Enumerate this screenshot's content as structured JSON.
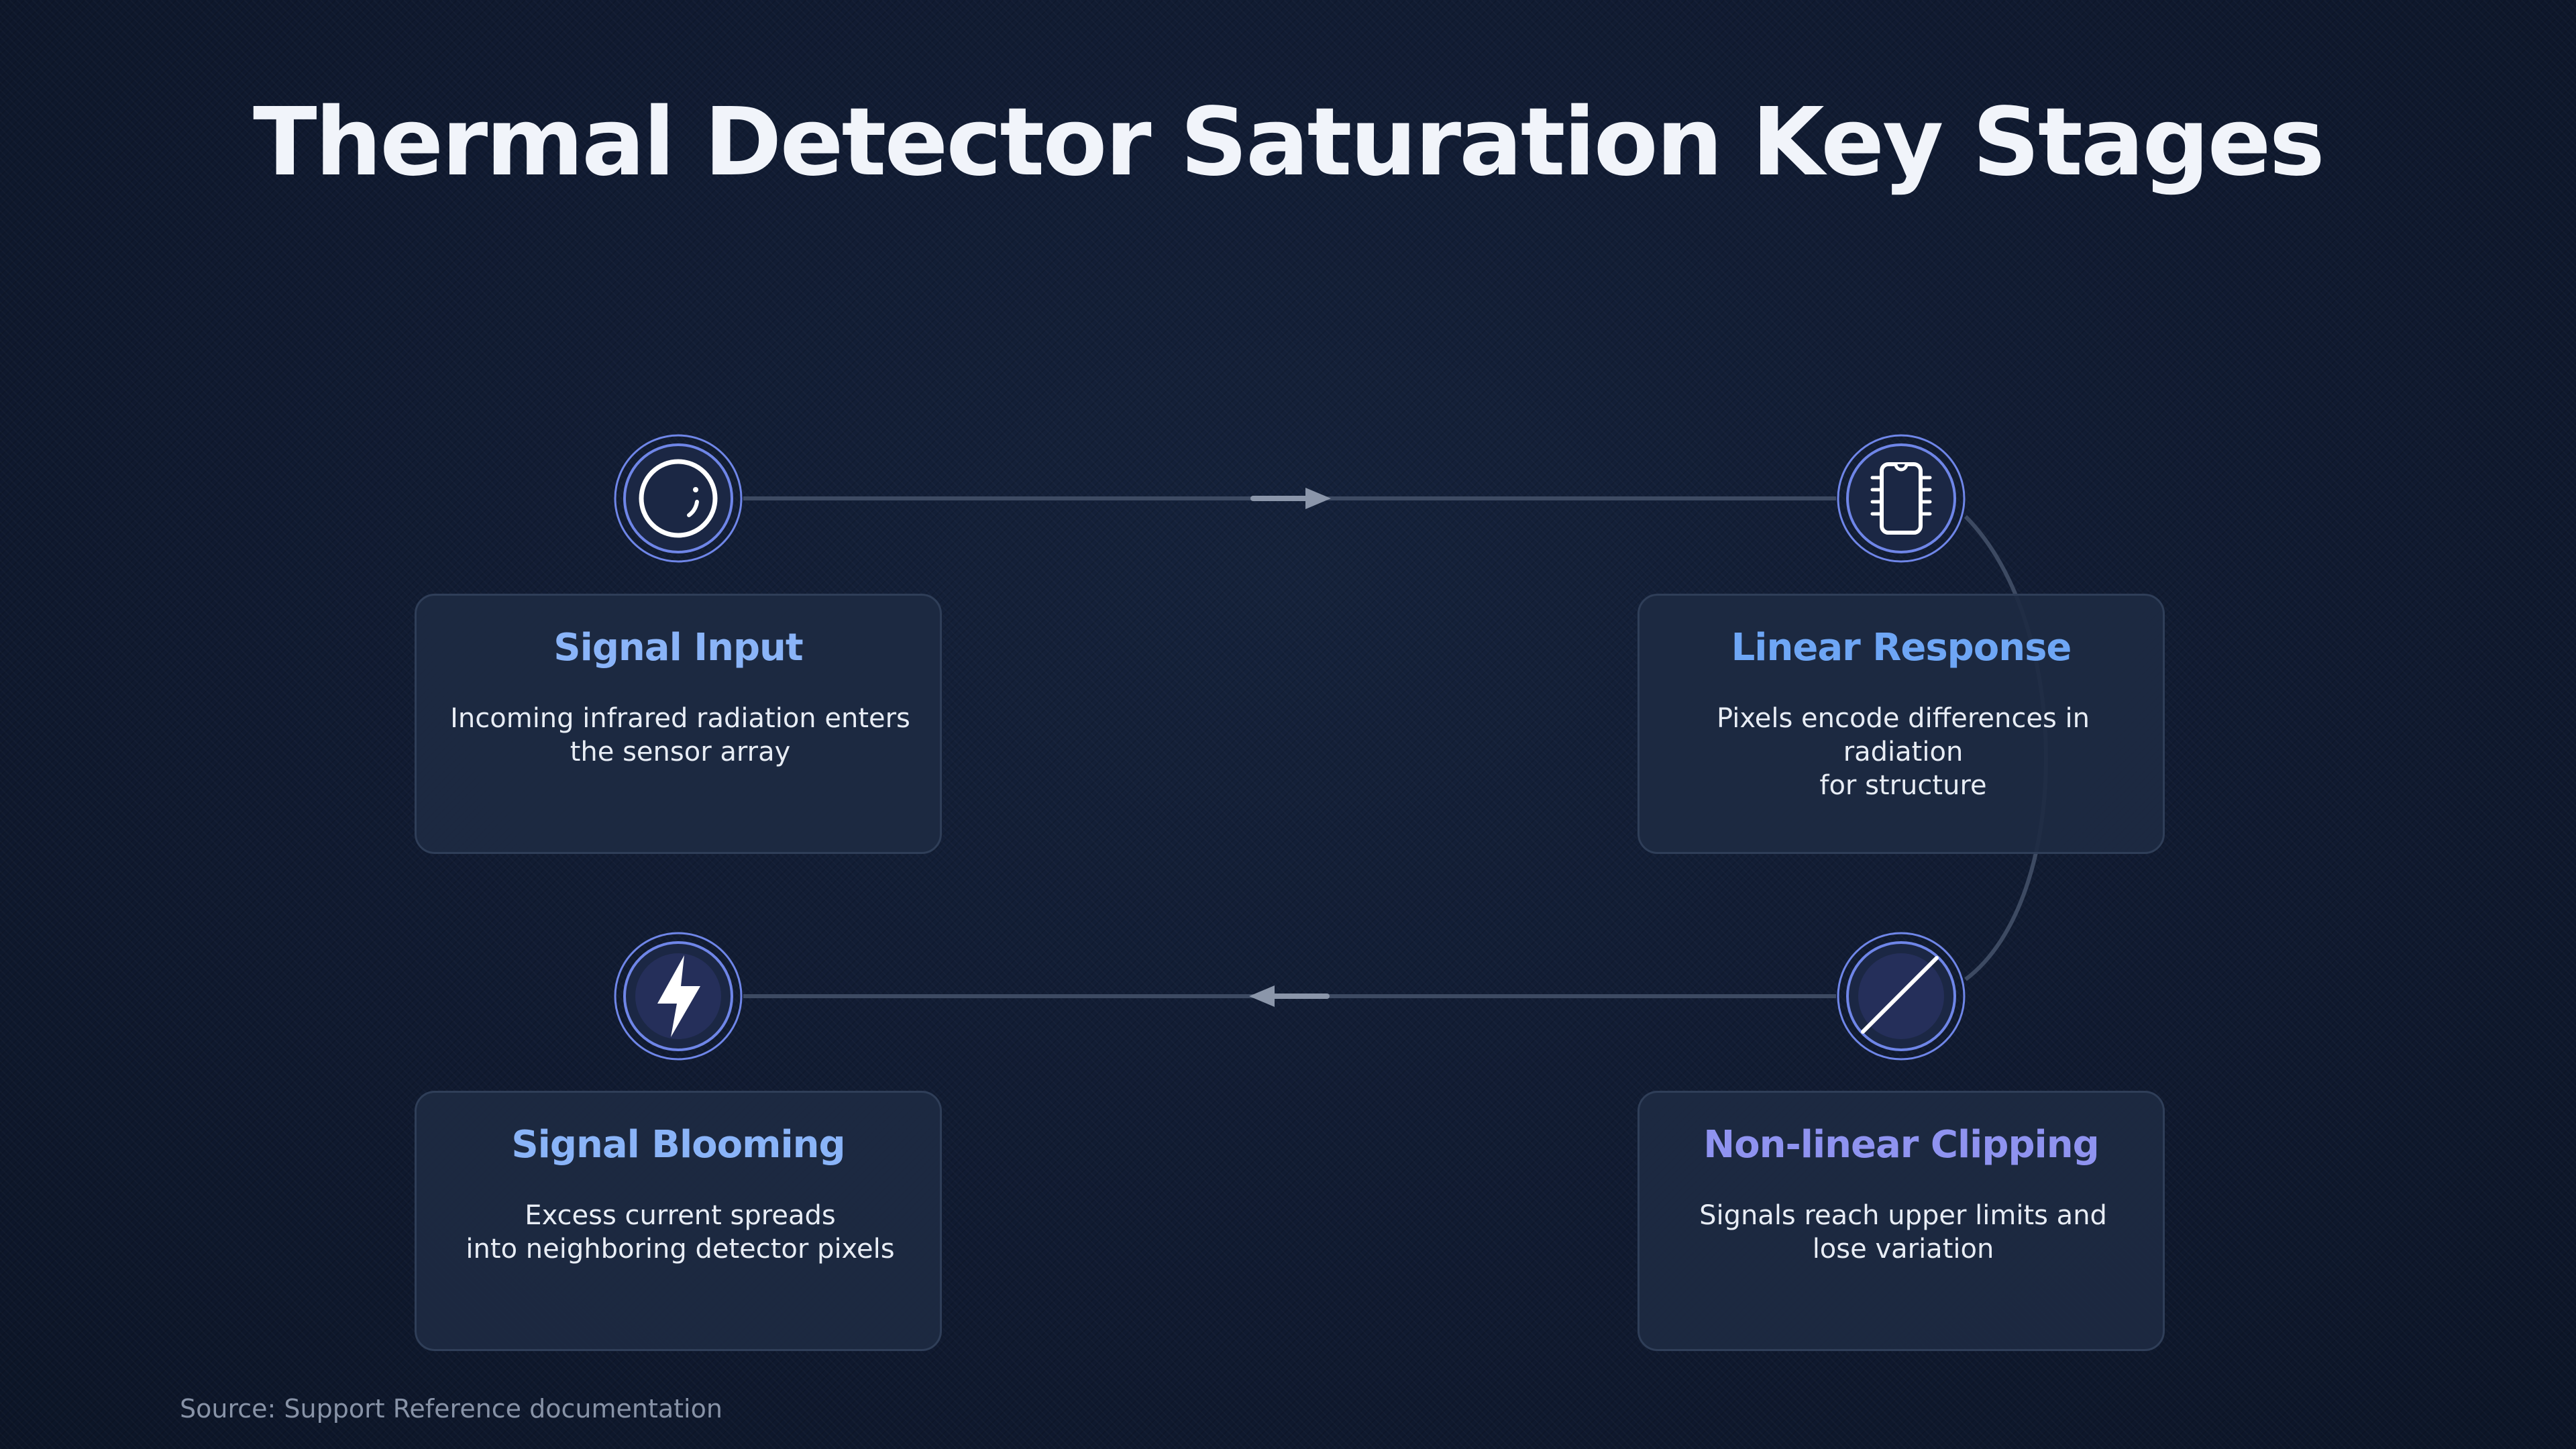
{
  "title": "Thermal Detector Saturation Key Stages",
  "stages": [
    {
      "title": "Signal Input",
      "description": "Incoming infrared radiation enters\nthe sensor array",
      "icon": "sensor-lens-icon",
      "title_color": "#8ab4f8"
    },
    {
      "title": "Linear Response",
      "description": "Pixels encode differences in radiation\nfor structure",
      "icon": "chip-icon",
      "title_color": "#6ea6f5"
    },
    {
      "title": "Non-linear Clipping",
      "description": "Signals reach upper limits and\nlose variation",
      "icon": "slash-icon",
      "title_color": "#8f93f0"
    },
    {
      "title": "Signal Blooming",
      "description": "Excess current spreads\ninto neighboring detector pixels",
      "icon": "lightning-bolt-icon",
      "title_color": "#8ab4f8"
    }
  ],
  "source": "Source: Support Reference documentation",
  "colors": {
    "background": "#101b31",
    "node_ring": "#6f86e8",
    "connector": "#3d4a62",
    "arrow": "#8b96aa"
  }
}
